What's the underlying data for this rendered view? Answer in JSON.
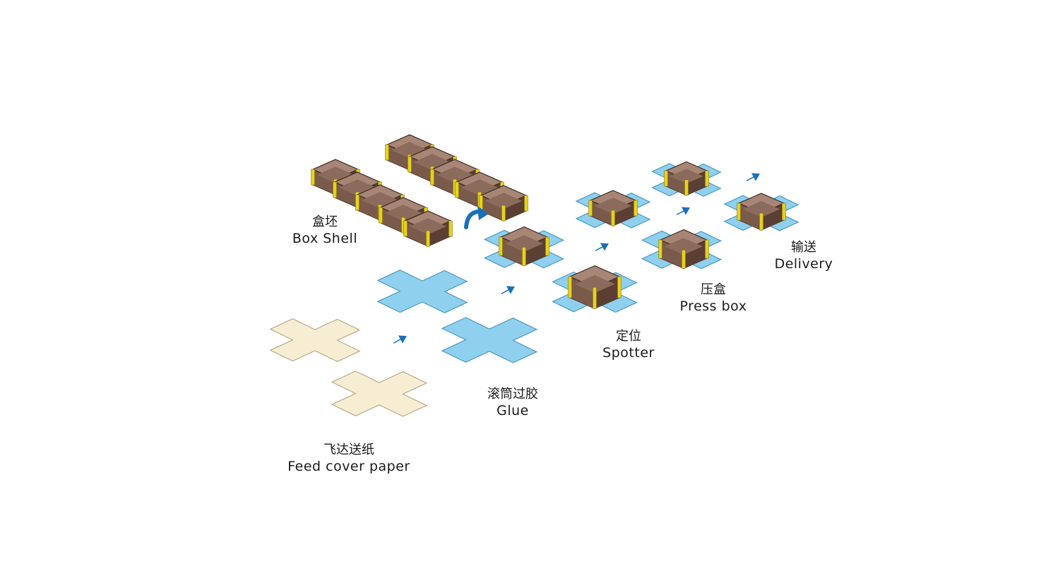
{
  "colors": {
    "cover_paper": "#f7edd3",
    "cover_paper_stroke": "#b9ab88",
    "glued_paper": "#8fd0ee",
    "glued_paper_stroke": "#4d9ac2",
    "box_wall": "#7a5a4a",
    "box_wall_dark": "#5b3f33",
    "box_inner": "#a88676",
    "box_edge_tape": "#e6d21e",
    "arrow": "#1a70b8"
  },
  "steps": [
    {
      "zh": "飞达送纸",
      "en": "Feed cover paper"
    },
    {
      "zh": "滚筒过胶",
      "en": "Glue"
    },
    {
      "zh": "定位",
      "en": "Spotter"
    },
    {
      "zh": "压盒",
      "en": "Press box"
    },
    {
      "zh": "输送",
      "en": "Delivery"
    }
  ],
  "box_shell": {
    "zh": "盒坯",
    "en": "Box Shell"
  },
  "icons": [
    "flow-arrow-icon",
    "curved-arrow-icon"
  ]
}
